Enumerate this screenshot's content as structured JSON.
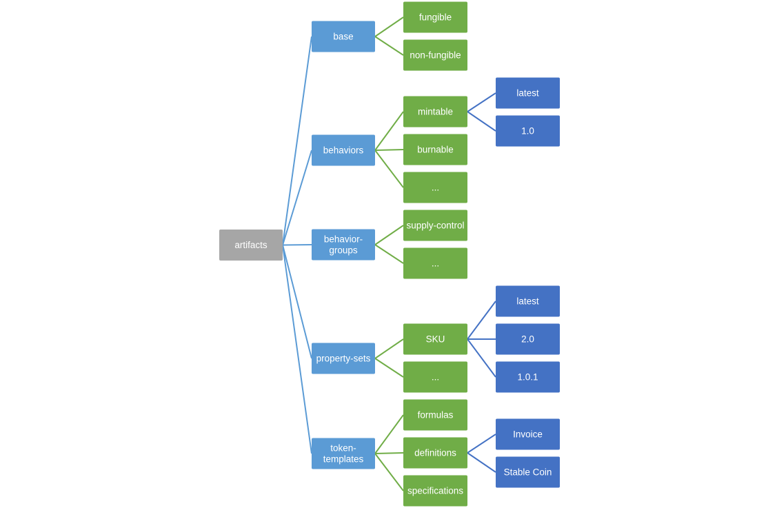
{
  "colors": {
    "root": "#a6a6a6",
    "level1": "#5b9bd5",
    "level2": "#70ad47",
    "level3": "#4472c4",
    "text": "#ffffff"
  },
  "root": {
    "label": "artifacts"
  },
  "categories": [
    {
      "label": [
        "base"
      ],
      "children": [
        {
          "label": "fungible"
        },
        {
          "label": "non-fungible"
        }
      ]
    },
    {
      "label": [
        "behaviors"
      ],
      "children": [
        {
          "label": "mintable",
          "children": [
            {
              "label": "latest"
            },
            {
              "label": "1.0"
            }
          ]
        },
        {
          "label": "burnable"
        },
        {
          "label": "..."
        }
      ]
    },
    {
      "label": [
        "behavior-",
        "groups"
      ],
      "children": [
        {
          "label": "supply-control"
        },
        {
          "label": "..."
        }
      ]
    },
    {
      "label": [
        "property-sets"
      ],
      "children": [
        {
          "label": "SKU",
          "children": [
            {
              "label": "latest"
            },
            {
              "label": "2.0"
            },
            {
              "label": "1.0.1"
            }
          ]
        },
        {
          "label": "..."
        }
      ]
    },
    {
      "label": [
        "token-",
        "templates"
      ],
      "children": [
        {
          "label": "formulas"
        },
        {
          "label": "definitions",
          "children": [
            {
              "label": "Invoice"
            },
            {
              "label": "Stable Coin"
            }
          ]
        },
        {
          "label": "specifications"
        }
      ]
    }
  ]
}
